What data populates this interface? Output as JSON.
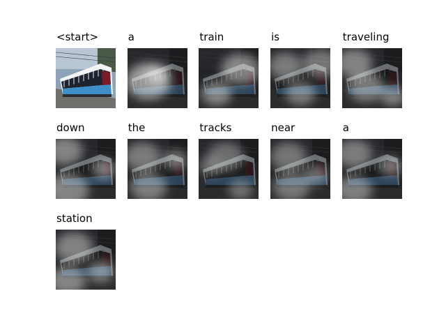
{
  "caption_words": [
    "<start>",
    "a",
    "train",
    "is",
    "traveling",
    "down",
    "the",
    "tracks",
    "near",
    "a",
    "station"
  ],
  "attention_maps": [
    {
      "type": "original"
    },
    {
      "type": "attention",
      "spots": [
        [
          0.35,
          0.55,
          0.38
        ],
        [
          0.5,
          0.45,
          0.2
        ]
      ],
      "strength": 0.9
    },
    {
      "type": "attention",
      "spots": [
        [
          0.7,
          0.35,
          0.32
        ],
        [
          0.3,
          0.75,
          0.25
        ]
      ],
      "strength": 0.75
    },
    {
      "type": "attention",
      "spots": [
        [
          0.85,
          0.25,
          0.3
        ],
        [
          0.25,
          0.3,
          0.28
        ],
        [
          0.5,
          0.75,
          0.25
        ]
      ],
      "strength": 0.65
    },
    {
      "type": "attention",
      "spots": [
        [
          0.2,
          0.25,
          0.3
        ],
        [
          0.4,
          0.65,
          0.3
        ],
        [
          0.85,
          0.8,
          0.2
        ]
      ],
      "strength": 0.7
    },
    {
      "type": "attention",
      "spots": [
        [
          0.15,
          0.2,
          0.3
        ],
        [
          0.2,
          0.85,
          0.35
        ],
        [
          0.8,
          0.5,
          0.2
        ]
      ],
      "strength": 0.7
    },
    {
      "type": "attention",
      "spots": [
        [
          0.25,
          0.3,
          0.3
        ],
        [
          0.35,
          0.8,
          0.3
        ],
        [
          0.8,
          0.35,
          0.2
        ]
      ],
      "strength": 0.65
    },
    {
      "type": "attention",
      "spots": [
        [
          0.45,
          0.3,
          0.3
        ],
        [
          0.2,
          0.45,
          0.2
        ],
        [
          0.7,
          0.85,
          0.2
        ]
      ],
      "strength": 0.55
    },
    {
      "type": "attention",
      "spots": [
        [
          0.3,
          0.3,
          0.3
        ],
        [
          0.35,
          0.8,
          0.3
        ],
        [
          0.75,
          0.6,
          0.2
        ]
      ],
      "strength": 0.6
    },
    {
      "type": "attention",
      "spots": [
        [
          0.2,
          0.25,
          0.3
        ],
        [
          0.2,
          0.85,
          0.3
        ],
        [
          0.8,
          0.45,
          0.2
        ]
      ],
      "strength": 0.65
    },
    {
      "type": "attention",
      "spots": [
        [
          0.3,
          0.3,
          0.32
        ],
        [
          0.2,
          0.85,
          0.3
        ],
        [
          0.75,
          0.7,
          0.22
        ]
      ],
      "strength": 0.7
    }
  ]
}
